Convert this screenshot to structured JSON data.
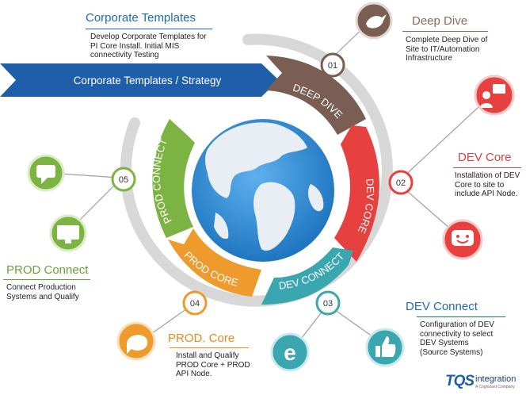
{
  "banner": {
    "label": "Corporate Templates  / Strategy"
  },
  "stages": [
    {
      "id": "deep-dive",
      "number": "01",
      "ring_label": "DEEP DIVE",
      "title": "Deep Dive",
      "description": [
        "Complete Deep Dive of",
        "Site to IT/Automation",
        "Infrastructure"
      ]
    },
    {
      "id": "dev-core",
      "number": "02",
      "ring_label": "DEV CORE",
      "title": "DEV Core",
      "description": [
        "Installation of DEV",
        "Core to site to",
        "include API Node."
      ]
    },
    {
      "id": "dev-connect",
      "number": "03",
      "ring_label": "DEV CONNECT",
      "title": "DEV Connect",
      "description": [
        "Configuration of DEV",
        "connectivity to select",
        "DEV Systems",
        "(Source Systems)"
      ]
    },
    {
      "id": "prod-core",
      "number": "04",
      "ring_label": "PROD CORE",
      "title": "PROD. Core",
      "description": [
        "Install and Qualify",
        "PROD Core + PROD",
        "API Node."
      ]
    },
    {
      "id": "prod-connect",
      "number": "05",
      "ring_label": "PROD CONNECT",
      "title": "PROD Connect",
      "description": [
        "Connect Production",
        "Systems and Qualify"
      ]
    }
  ],
  "corporate": {
    "title": "Corporate Templates",
    "description": [
      "Develop Corporate Templates for",
      "PI Core Install.  Initial MIS",
      "connectivity Testing"
    ]
  },
  "logo": {
    "mark": "TQS",
    "word": "integration",
    "sub": "A Cognizant Company"
  },
  "colors": {
    "banner": "#1f5faa",
    "deep_dive": "#7a5e53",
    "dev_core": "#e6403f",
    "dev_connect": "#3aa6b0",
    "prod_core": "#ee9a2c",
    "prod_connect": "#7cb342",
    "title_blue": "#1f6bb0",
    "title_dev_core": "#d7433f",
    "title_prod_core": "#e68a1f",
    "title_prod_connect": "#6aa135",
    "ring_gray": "#d8d8d8",
    "ocean": "#2f8fd8",
    "land": "#e8eef4"
  },
  "icons": {
    "deep_dive": "bird-icon",
    "dev_core_top": "presenter-icon",
    "dev_core_bottom": "chat-face-icon",
    "dev_connect_left": "letter-e-icon",
    "dev_connect_right": "thumbs-up-icon",
    "prod_core": "speech-bubble-icon",
    "prod_connect_top": "chat-bubbles-icon",
    "prod_connect_bottom": "monitor-icon"
  }
}
